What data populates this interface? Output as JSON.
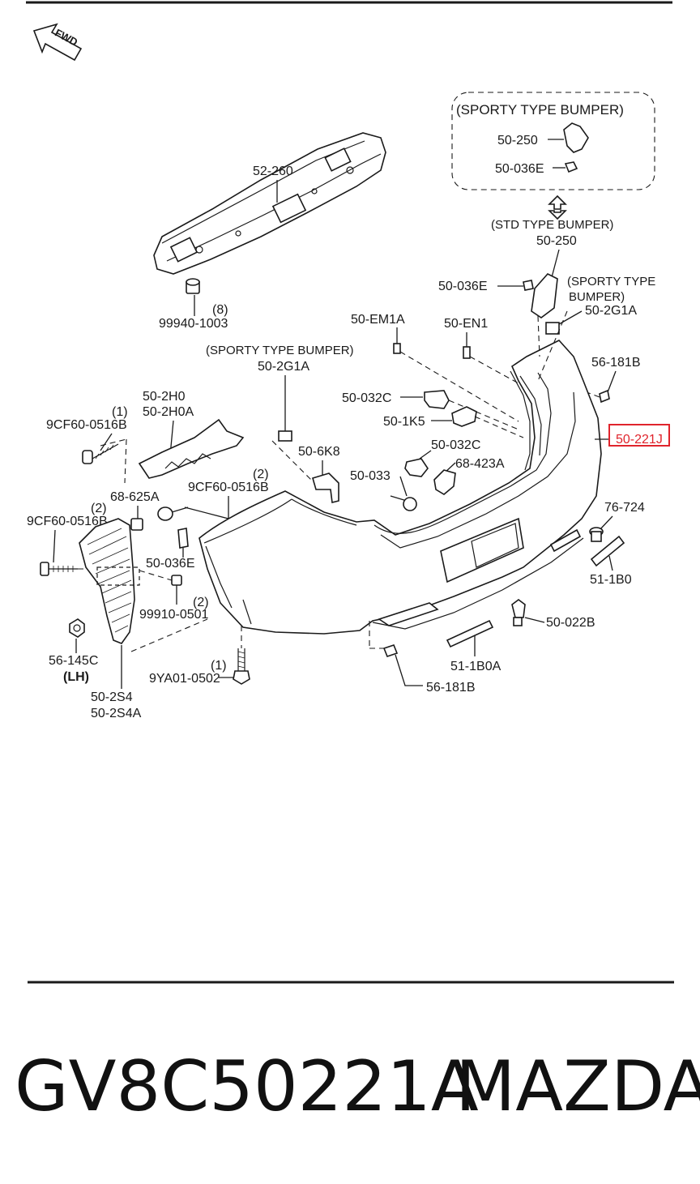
{
  "title": "GV8C50221A",
  "brand": "MAZDA",
  "direction_label": "FWD",
  "highlight_color": "#e0242c",
  "highlighted_part": "50-221J",
  "notes": {
    "sporty_top": "(SPORTY TYPE BUMPER)",
    "std": "(STD TYPE BUMPER)",
    "sporty_right_1": "(SPORTY TYPE",
    "sporty_right_2": "BUMPER)",
    "sporty_left": "(SPORTY TYPE BUMPER)"
  },
  "labels": {
    "p52_260": "52-260",
    "p99940_1003": "99940-1003",
    "q8": "(8)",
    "box_50_250": "50-250",
    "box_50_036E": "50-036E",
    "p50_250": "50-250",
    "p50_036E_top": "50-036E",
    "p50_2G1A_right": "50-2G1A",
    "p50_EM1A": "50-EM1A",
    "p50_EN1": "50-EN1",
    "p56_181B_top": "56-181B",
    "p50_2G1A_left": "50-2G1A",
    "p50_032C_top": "50-032C",
    "p50_1K5": "50-1K5",
    "p50_2H0": "50-2H0",
    "p50_2H0A": "50-2H0A",
    "q1_a": "(1)",
    "p9CF60_a": "9CF60-0516B",
    "p50_6K8": "50-6K8",
    "p50_032C_mid": "50-032C",
    "p68_423A": "68-423A",
    "p50_033": "50-033",
    "q2_b": "(2)",
    "p9CF60_b": "9CF60-0516B",
    "p68_625A": "68-625A",
    "q2_c": "(2)",
    "p9CF60_c": "9CF60-0516B",
    "p50_036E_low": "50-036E",
    "q2_d": "(2)",
    "p99910_0501": "99910-0501",
    "p76_724": "76-724",
    "p51_1B0": "51-1B0",
    "p50_022B": "50-022B",
    "p51_1B0A": "51-1B0A",
    "p56_181B_low": "56-181B",
    "p56_145C": "56-145C",
    "lh": "(LH)",
    "q1_e": "(1)",
    "p9YA01_0502": "9YA01-0502",
    "p50_2S4": "50-2S4",
    "p50_2S4A": "50-2S4A"
  }
}
